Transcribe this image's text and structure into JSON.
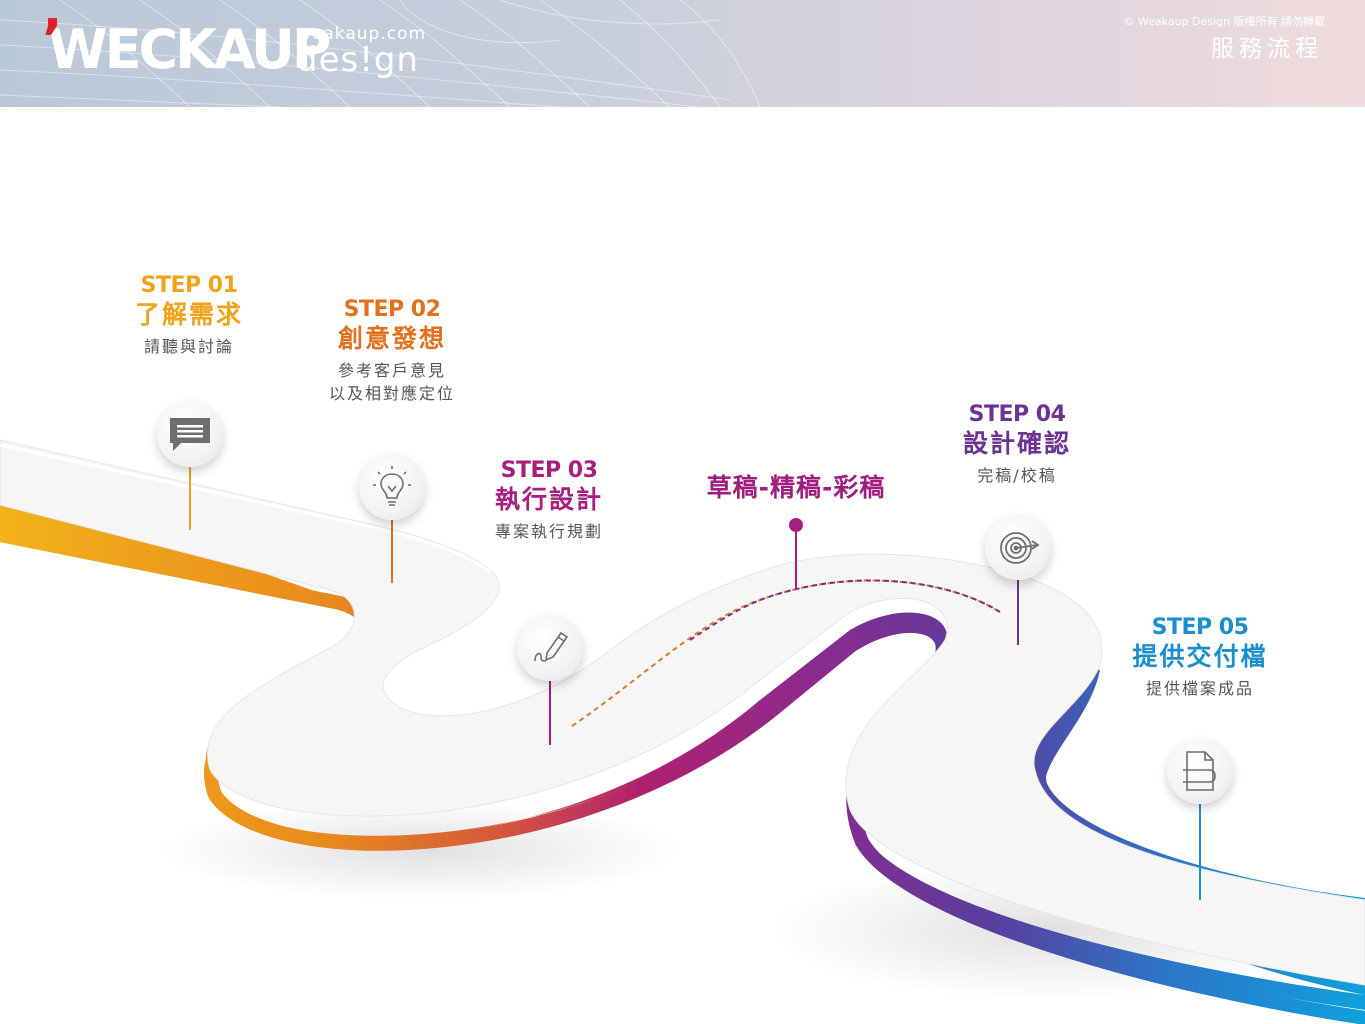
{
  "header": {
    "logo_text": "WECKAUP",
    "domain_text": "weakaup.com",
    "design_text": "des!gn",
    "copyright": "© Weakaup Design 版權所有 請勿轉載",
    "title": "服務流程"
  },
  "steps": [
    {
      "number": "STEP 01",
      "title": "了解需求",
      "desc": "請聽與討論",
      "color": "#f0a21a",
      "icon": "chat-icon"
    },
    {
      "number": "STEP 02",
      "title": "創意發想",
      "desc": "參考客戶意見\n以及相對應定位",
      "color": "#e3701d",
      "icon": "lightbulb-icon"
    },
    {
      "number": "STEP 03",
      "title": "執行設計",
      "desc": "專案執行規劃",
      "color": "#a81e7f",
      "icon": "pen-icon"
    },
    {
      "number": "STEP 04",
      "title": "設計確認",
      "desc": "完稿/校稿",
      "color": "#6c3394",
      "icon": "target-icon"
    },
    {
      "number": "STEP 05",
      "title": "提供交付檔",
      "desc": "提供檔案成品",
      "color": "#1a8fd0",
      "icon": "document-icon"
    }
  ],
  "draft_label": "草稿-精稿-彩稿",
  "colors": {
    "orange": "#f0a21a",
    "red": "#d84a35",
    "magenta": "#a81e7f",
    "purple": "#6c3394",
    "blue": "#1a8fd0"
  }
}
